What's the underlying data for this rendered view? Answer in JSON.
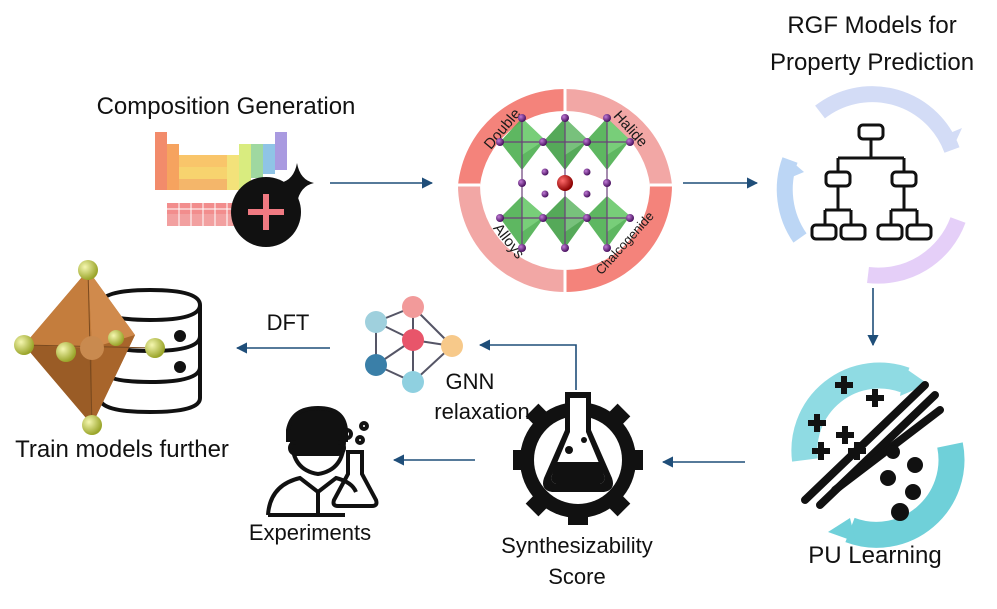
{
  "labels": {
    "composition_generation": "Composition Generation",
    "rgf_line1": "RGF Models for",
    "rgf_line2": "Property Prediction",
    "pu_learning": "PU Learning",
    "synth_line1": "Synthesizability",
    "synth_line2": "Score",
    "gnn_line1": "GNN",
    "gnn_line2": "relaxation",
    "dft": "DFT",
    "experiments": "Experiments",
    "train_models": "Train models further"
  },
  "ring_labels": {
    "double": "Double",
    "halide": "Halide",
    "alloys": "Alloys",
    "chalcogenide": "Chalcogenide"
  },
  "colors": {
    "arrow": "#1f4e79",
    "ring_salmon": "#f4837b",
    "ring_pink": "#f2a7a5",
    "octahedron_green": "#4caf50",
    "atom_purple": "#7b2d8e",
    "center_atom": "#d0021b",
    "pu_cyan": "#7dd3dc",
    "rgf_lavender": "#cdb8f0",
    "rgf_blue": "#b9d4f5",
    "bronze": "#b87333",
    "vertex_yellow": "#cfd95a"
  }
}
